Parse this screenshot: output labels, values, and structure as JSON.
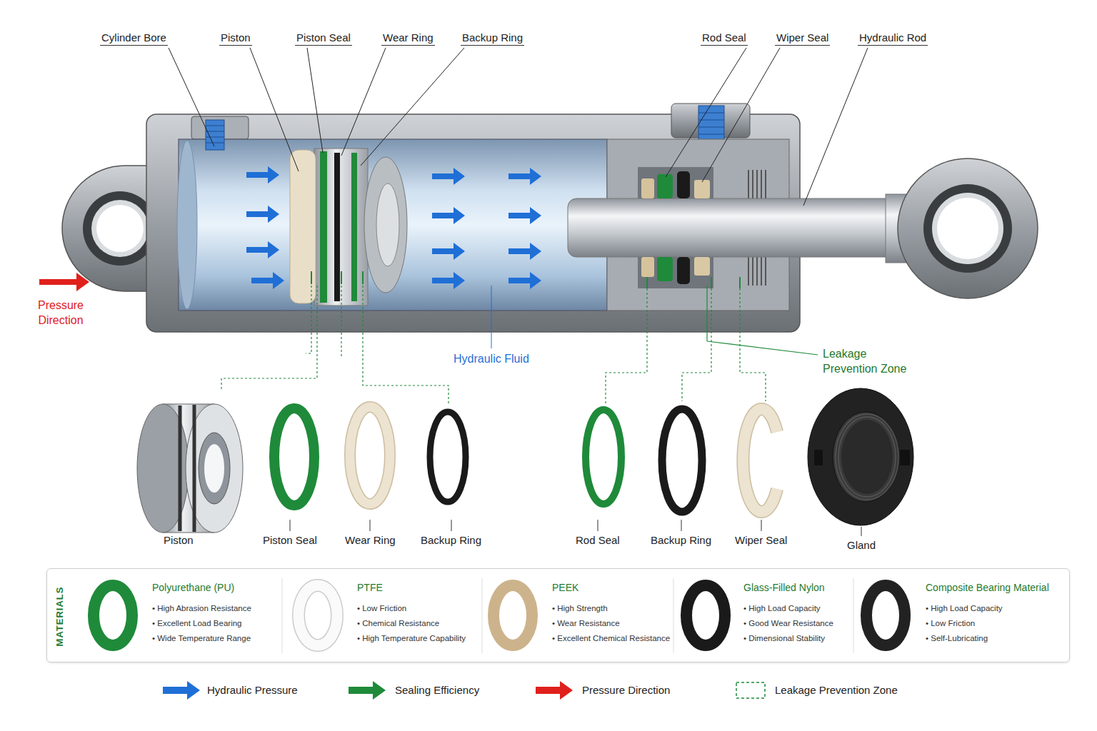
{
  "diagram": {
    "nodes": [
      {
        "text": [
          "MATERIALS"
        ]
      },
      {
        "text": [
          "Polyurethane (PU)",
          "• High Abrasion Resistance",
          "• Excellent Load Bearing",
          "• Wide Temperature Range"
        ],
        "in": 0
      },
      {
        "text": [
          "PTFE",
          "• Low Friction",
          "• Chemical Resistance",
          "• High Temperature Capability"
        ],
        "in": 0
      },
      {
        "text": [
          "PEEK",
          "• High Strength",
          "• Wear Resistance",
          "• Excellent Chemical Resistance"
        ],
        "in": 0
      },
      {
        "text": [
          "Glass-Filled Nylon",
          "• High Load Capacity",
          "• Good Wear Resistance",
          "• Dimensional Stability"
        ],
        "in": 0
      },
      {
        "text": [
          "Composite Bearing Material",
          "• High Load Capacity",
          "• Low Friction",
          "• Self-Lubricating"
        ],
        "in": 0
      }
    ],
    "labels": [
      "Cylinder Bore",
      "Piston",
      "Piston Seal",
      "Wear Ring",
      "Backup Ring",
      "Rod Seal",
      "Wiper Seal",
      "Hydraulic Rod",
      "Pressure Direction",
      "Hydraulic Fluid",
      "Leakage Prevention Zone",
      "Piston",
      "Piston Seal",
      "Wear Ring",
      "Backup Ring",
      "Rod Seal",
      "Backup Ring",
      "Wiper Seal",
      "Gland"
    ],
    "legend": [
      {
        "text": "Hydraulic Pressure"
      },
      {
        "text": "Sealing Efficiency"
      },
      {
        "text": "Pressure Direction"
      },
      {
        "text": "Leakage Prevention Zone"
      }
    ]
  }
}
